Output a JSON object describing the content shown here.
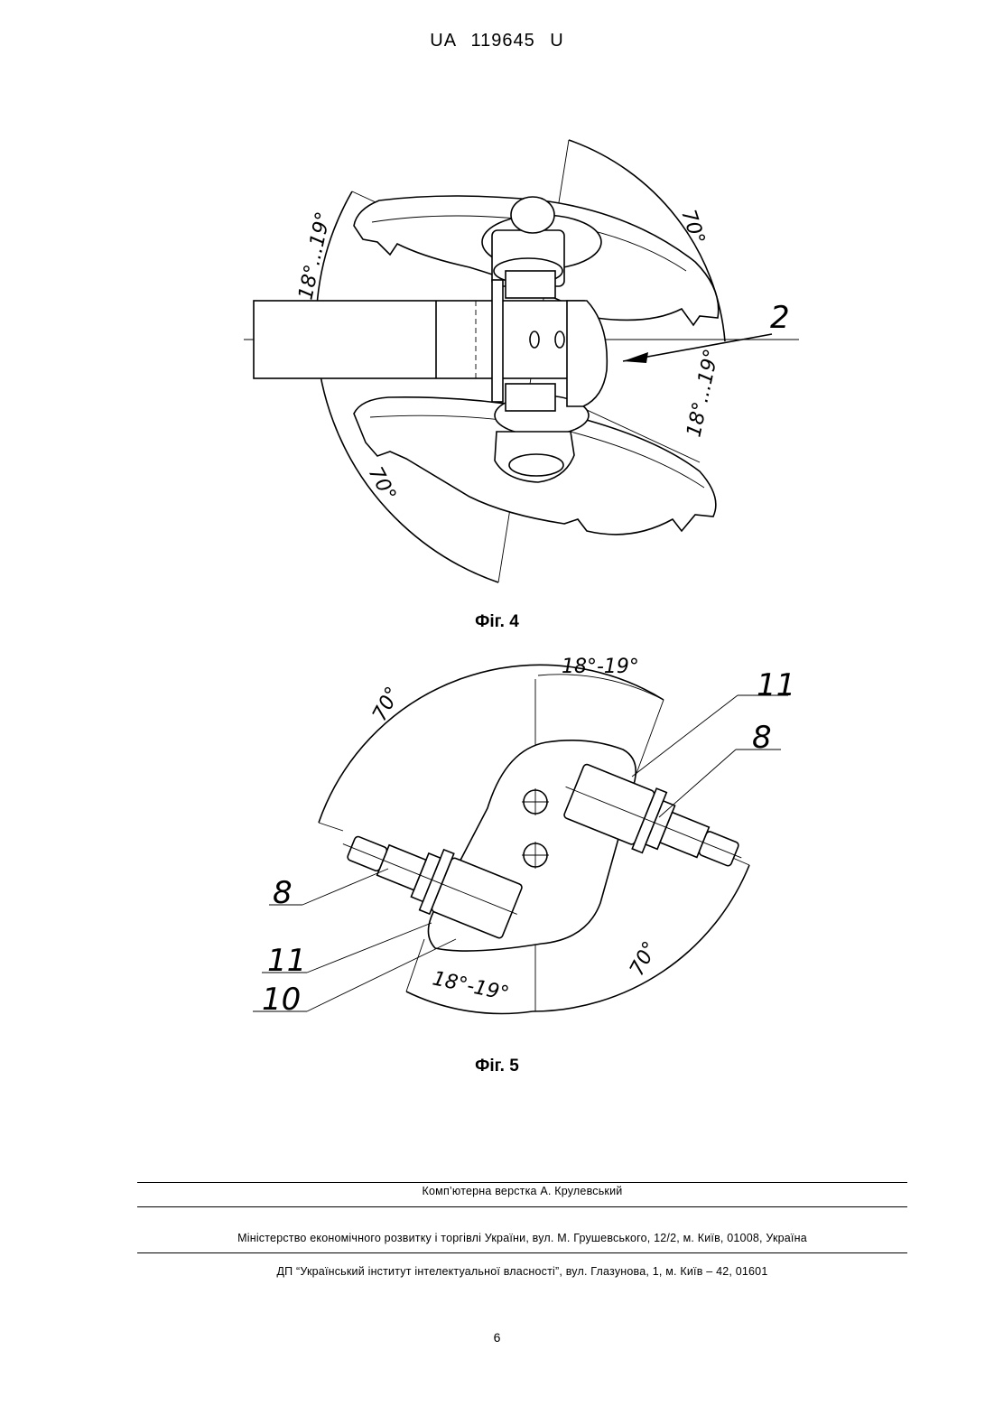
{
  "header": {
    "doc_number": "UA   119645   U"
  },
  "figure4": {
    "caption": "Фіг. 4",
    "angle_top_right": "70°",
    "angle_left": "18°...19°",
    "angle_right": "18°...19°",
    "angle_bottom_left": "70°",
    "ref_2": "2"
  },
  "figure5": {
    "caption": "Фіг. 5",
    "angle_top": "18°-19°",
    "angle_top_left": "70°",
    "angle_bottom_right": "70°",
    "angle_bottom": "18°-19°",
    "ref_11_top": "11",
    "ref_8_top": "8",
    "ref_8_left": "8",
    "ref_11_left": "11",
    "ref_10": "10"
  },
  "footer": {
    "typesetting": "Комп’ютерна верстка А. Крулевський",
    "ministry": "Міністерство економічного розвитку і торгівлі України, вул. М. Грушевського, 12/2, м. Київ, 01008, Україна",
    "institute": "ДП “Український інститут інтелектуальної власності”, вул. Глазунова, 1, м. Київ – 42, 01601"
  },
  "page_number": "6"
}
